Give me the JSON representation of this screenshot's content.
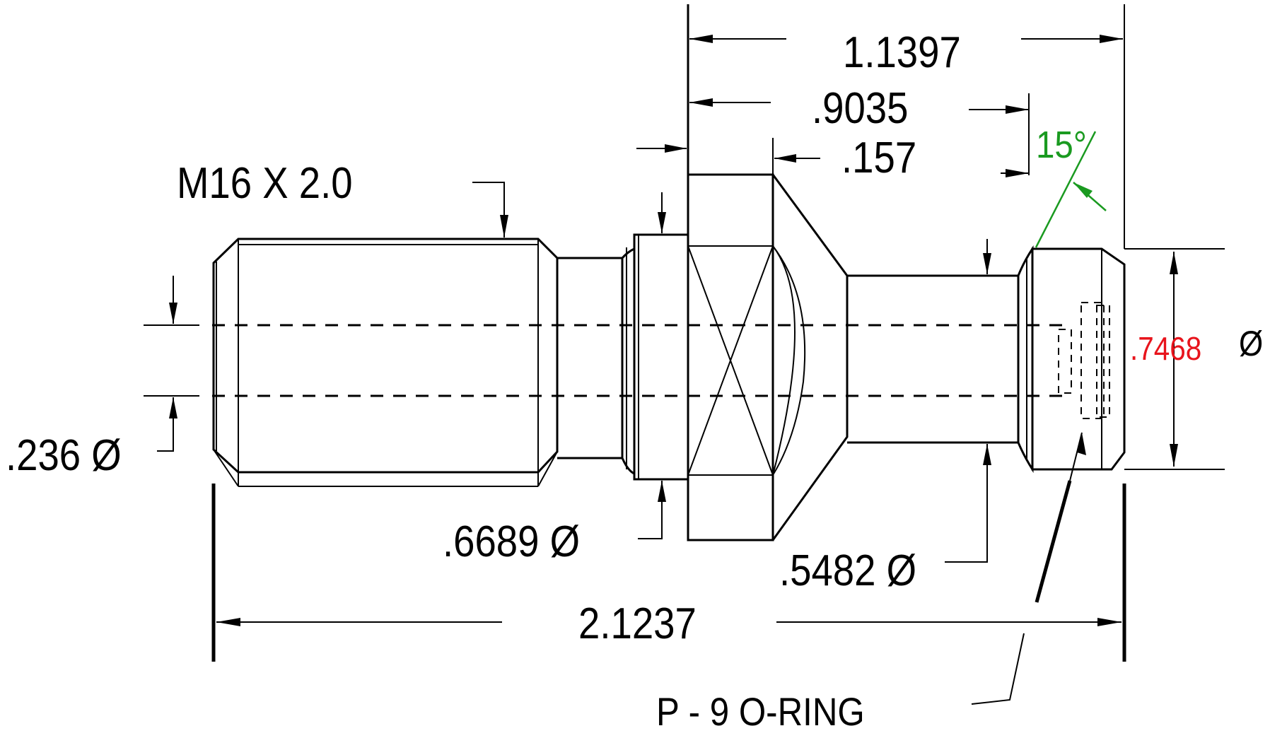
{
  "labels": {
    "thread": "M16 X 2.0",
    "bore_dia": ".236 Ø",
    "flange_dia": ".6689 Ø",
    "neck_dia": ".5482 Ø",
    "head_dia": ".7468",
    "head_dia_symbol": "Ø",
    "overall_length": "2.1237",
    "dim_1": "1.1397",
    "dim_2": ".9035",
    "dim_3": ".157",
    "angle": "15°",
    "oring": "P - 9 O-RING"
  },
  "colors": {
    "line": "#000000",
    "head_dia_text": "#e8141c",
    "angle_text": "#1a9a20"
  }
}
